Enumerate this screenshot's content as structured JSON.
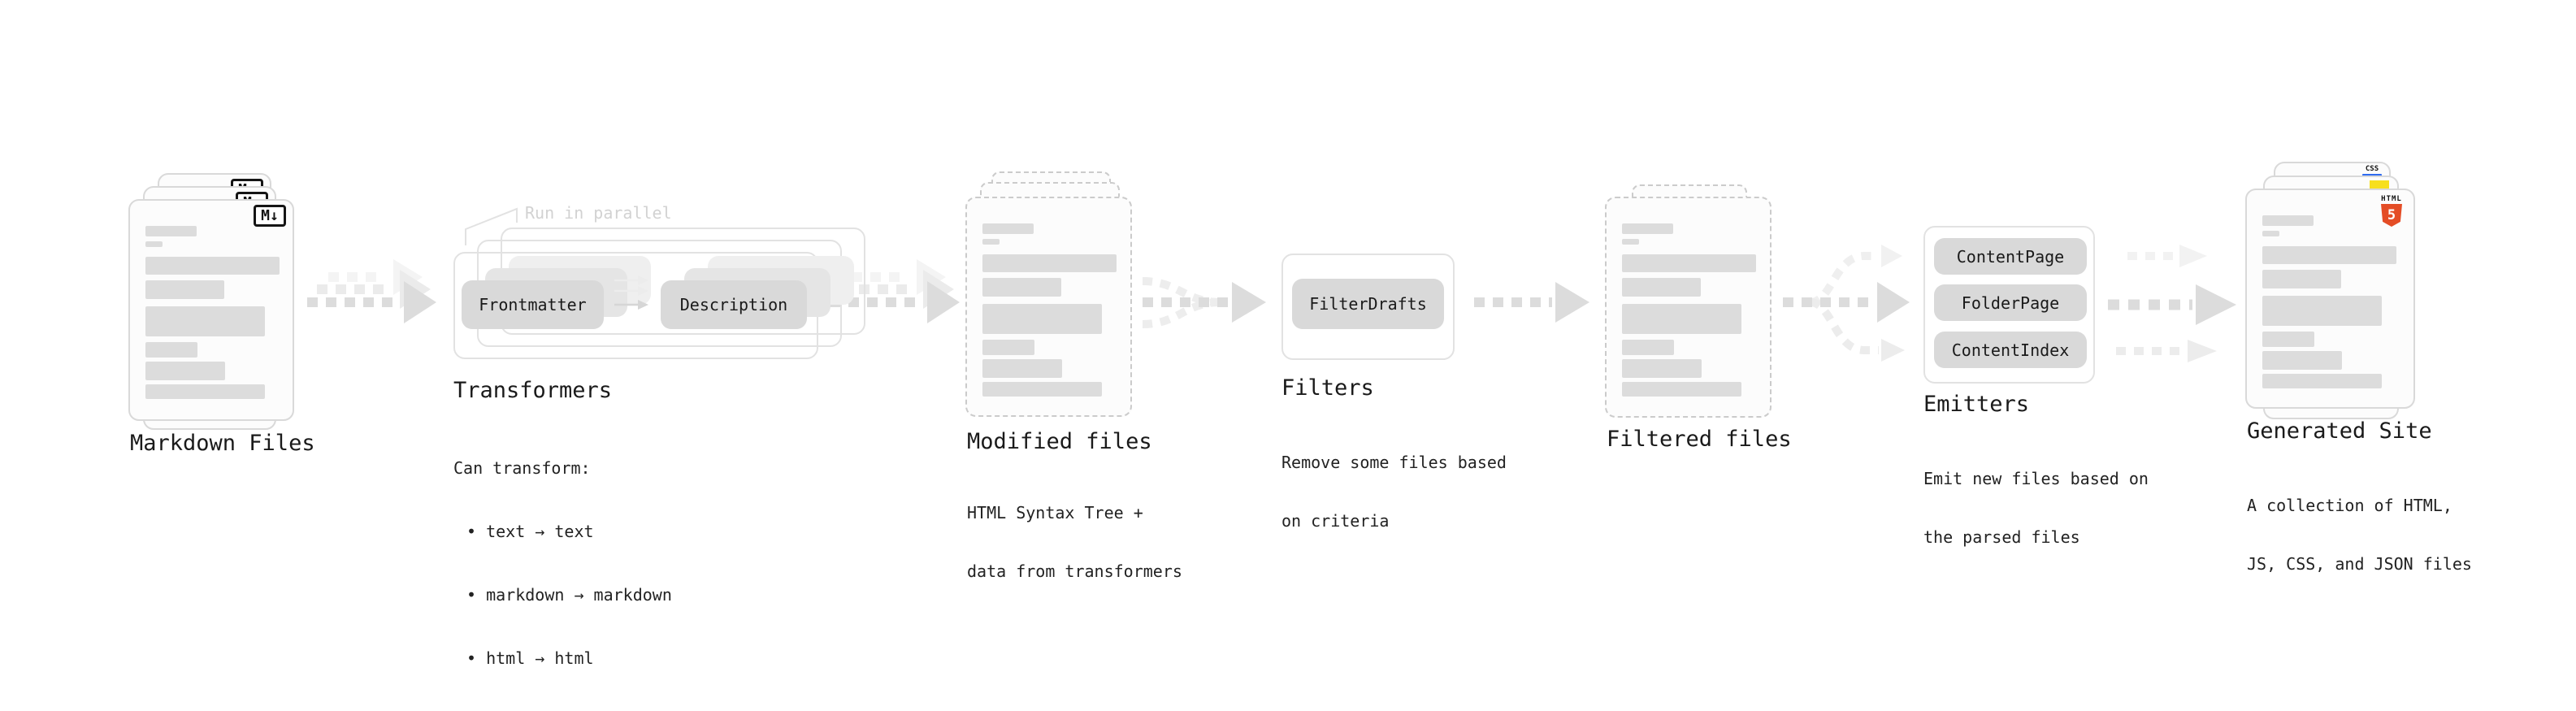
{
  "nodes": {
    "markdown_files": {
      "label": "Markdown Files",
      "badge": "M↓"
    },
    "transformers": {
      "label": "Transformers",
      "note": "Run in parallel",
      "chips": [
        "Frontmatter",
        "Description"
      ],
      "desc_title": "Can transform:",
      "bullets": [
        "text → text",
        "markdown → markdown",
        "html → html"
      ]
    },
    "modified_files": {
      "label": "Modified files",
      "desc": [
        "HTML Syntax Tree +",
        "data from transformers"
      ]
    },
    "filters": {
      "label": "Filters",
      "chips": [
        "FilterDrafts"
      ],
      "desc": [
        "Remove some files based",
        "on criteria"
      ]
    },
    "filtered_files": {
      "label": "Filtered files"
    },
    "emitters": {
      "label": "Emitters",
      "chips": [
        "ContentPage",
        "FolderPage",
        "ContentIndex"
      ],
      "desc": [
        "Emit new files based on",
        "the parsed files"
      ]
    },
    "generated_site": {
      "label": "Generated Site",
      "desc": [
        "A collection of HTML,",
        "JS, CSS, and JSON files"
      ],
      "badges": {
        "css": "CSS",
        "html_label": "HTML",
        "html_numeral": "5"
      }
    }
  },
  "colors": {
    "text": "#1a1a1a",
    "chip_gray": "#d9d9d9",
    "bar_gray": "#dcdcdc",
    "arrow_gray": "#dcdcdc",
    "muted_note": "#d2d2d2",
    "html5_orange": "#e44d26",
    "js_yellow": "#f7df1e",
    "css_blue": "#2e6bf0"
  }
}
